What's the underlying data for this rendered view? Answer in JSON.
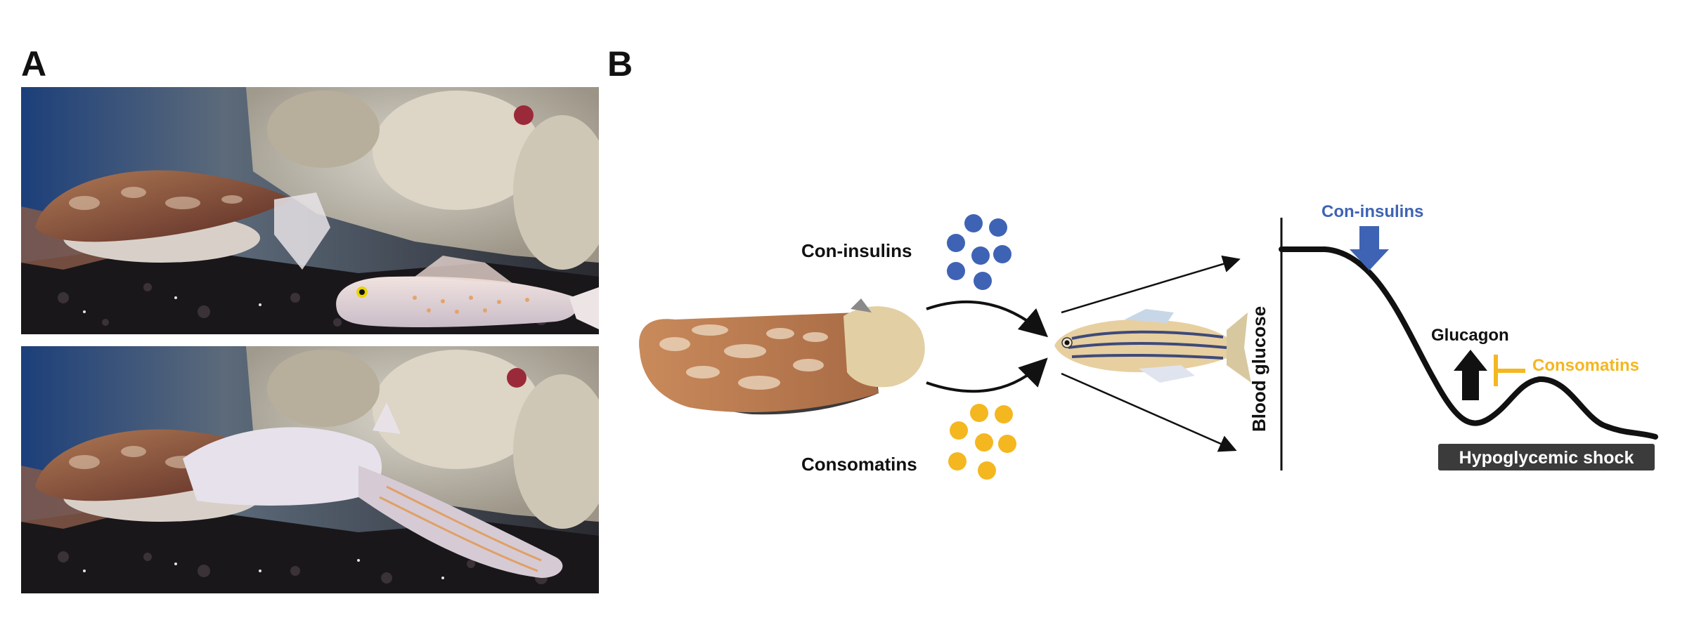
{
  "panel_a": {
    "label": "A"
  },
  "panel_b": {
    "label": "B",
    "toxin_1": "Con-insulins",
    "toxin_2": "Consomatins",
    "y_axis_label": "Blood glucose",
    "curve_arrow_label": "Con-insulins",
    "glucagon_label": "Glucagon",
    "inhibitor_label": "Consomatins",
    "shock_label": "Hypoglycemic shock"
  },
  "colors": {
    "con_insulin_blue": "#3f63b4",
    "consomatin_yellow": "#f4b720",
    "shock_box": "#3b3b3b",
    "curve": "#111111"
  }
}
